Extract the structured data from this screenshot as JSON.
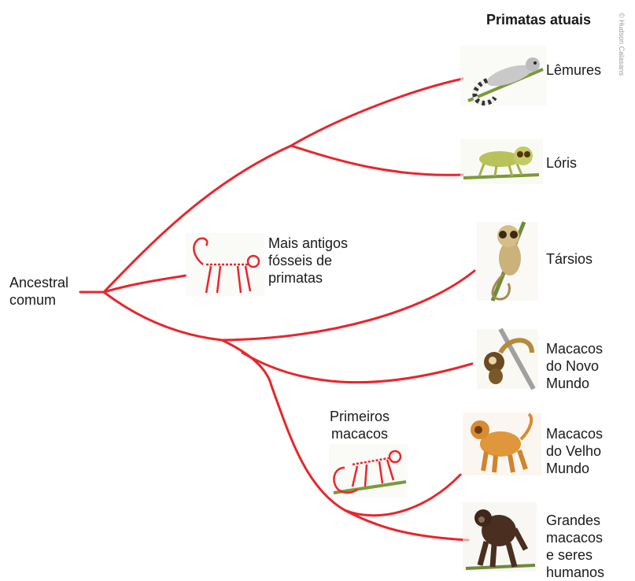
{
  "heading": "Primatas atuais",
  "credit": "© Hudson Calasans",
  "root_label": "Ancestral\ncomum",
  "fossils": {
    "oldest": "Mais antigos\nfósseis de\nprimatas",
    "first_monkeys": "Primeiros\nmacacos"
  },
  "groups": [
    {
      "id": "lemures",
      "label": "Lêmures",
      "icon": "lemur-illustration"
    },
    {
      "id": "loris",
      "label": "Lóris",
      "icon": "loris-illustration"
    },
    {
      "id": "tarsios",
      "label": "Társios",
      "icon": "tarsier-illustration"
    },
    {
      "id": "novo-mundo",
      "label": "Macacos\ndo Novo\nMundo",
      "icon": "new-world-monkey-illustration"
    },
    {
      "id": "velho-mundo",
      "label": "Macacos\ndo Velho\nMundo",
      "icon": "old-world-monkey-illustration"
    },
    {
      "id": "grandes",
      "label": "Grandes\nmacacos\ne seres\nhumanos",
      "icon": "great-ape-illustration"
    }
  ],
  "colors": {
    "branch": "#e8262d",
    "branch_dark": "#d42027"
  }
}
